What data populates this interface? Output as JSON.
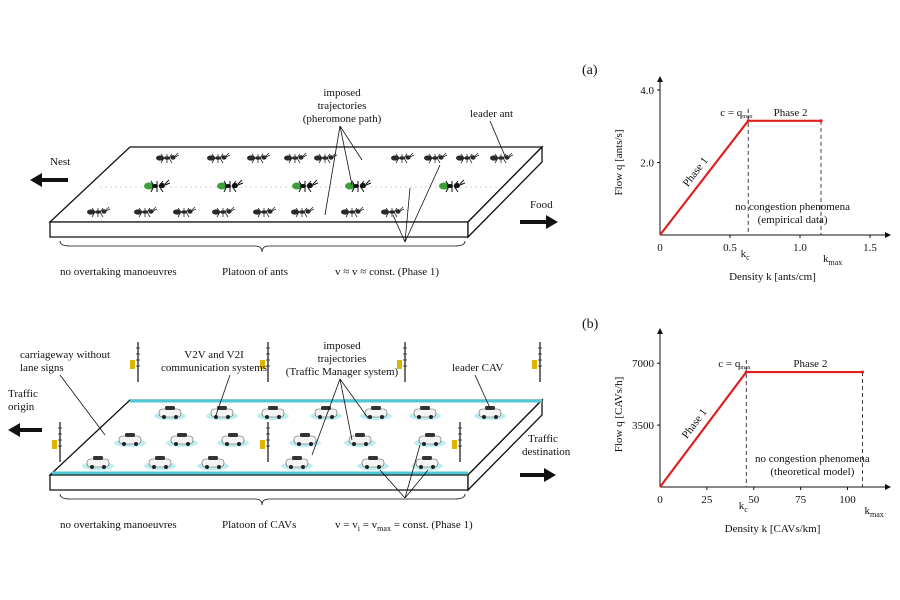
{
  "panel_top": {
    "nest_label": "Nest",
    "food_label": "Food",
    "imposed_trajectories": [
      "imposed",
      "trajectories",
      "(pheromone path)"
    ],
    "leader_label": "leader ant",
    "no_overtaking": "no overtaking manoeuvres",
    "platoon_label": "Platoon of ants",
    "velocity_label": "v ≈ v  ≈ const. (Phase 1)"
  },
  "panel_bottom": {
    "carriageway_label": "carriageway without",
    "carriageway_label2": "lane signs",
    "v2v_label": "V2V and V2I",
    "v2v_label2": "communication systems",
    "imposed_trajectories": [
      "imposed",
      "trajectories",
      "(Traffic Manager system)"
    ],
    "leader_label": "leader CAV",
    "origin_label": [
      "Traffic",
      "origin"
    ],
    "destination_label": [
      "Traffic",
      "destination"
    ],
    "no_overtaking": "no overtaking manoeuvres",
    "platoon_label": "Platoon of CAVs",
    "velocity_label": "v = v",
    "velocity_sub1": "i",
    "velocity_mid": " = v",
    "velocity_sub2": "max",
    "velocity_end": " = const. (Phase 1)"
  },
  "chart_data": [
    {
      "panel_label": "(a)",
      "type": "line",
      "xlabel": "Density k [ants/cm]",
      "ylabel": "Flow q [ants/s]",
      "x_ticks": [
        "0",
        "0.5",
        "1.0",
        "1.5"
      ],
      "x_tick_values": [
        0,
        0.5,
        1.0,
        1.5
      ],
      "y_ticks": [
        "2.0",
        "4.0"
      ],
      "y_tick_values": [
        2.0,
        4.0
      ],
      "xlim": [
        0,
        1.5
      ],
      "ylim": [
        0,
        4.0
      ],
      "kc_label": "k",
      "kc_sub": "c",
      "kmax_label": "k",
      "kmax_sub": "max",
      "kc": 0.63,
      "kmax": 1.15,
      "qmax": 3.15,
      "qmax_label": "c = q",
      "qmax_sub": "max",
      "phase1_label": "Phase 1",
      "phase2_label": "Phase 2",
      "note": [
        "no congestion phenomena",
        "(empirical data)"
      ],
      "series": [
        {
          "x": [
            0,
            0.63,
            1.15
          ],
          "y": [
            0,
            3.15,
            3.15
          ]
        }
      ]
    },
    {
      "panel_label": "(b)",
      "type": "line",
      "xlabel": "Density k [CAVs/km]",
      "ylabel": "Flow q [CAVs/h]",
      "x_ticks": [
        "0",
        "25",
        "50",
        "75",
        "100"
      ],
      "x_tick_values": [
        0,
        25,
        50,
        75,
        100
      ],
      "y_ticks": [
        "3500",
        "7000"
      ],
      "y_tick_values": [
        3500,
        7000
      ],
      "xlim": [
        0,
        112
      ],
      "ylim": [
        0,
        8200
      ],
      "kc_label": "k",
      "kc_sub": "c",
      "kmax_label": "k",
      "kmax_sub": "max",
      "kc": 46,
      "kmax": 108,
      "qmax": 6500,
      "qmax_label": "c = q",
      "qmax_sub": "max",
      "phase1_label": "Phase 1",
      "phase2_label": "Phase 2",
      "note": [
        "no congestion phenomena",
        "(theoretical model)"
      ],
      "series": [
        {
          "x": [
            0,
            46,
            108
          ],
          "y": [
            0,
            6500,
            6500
          ]
        }
      ]
    }
  ]
}
